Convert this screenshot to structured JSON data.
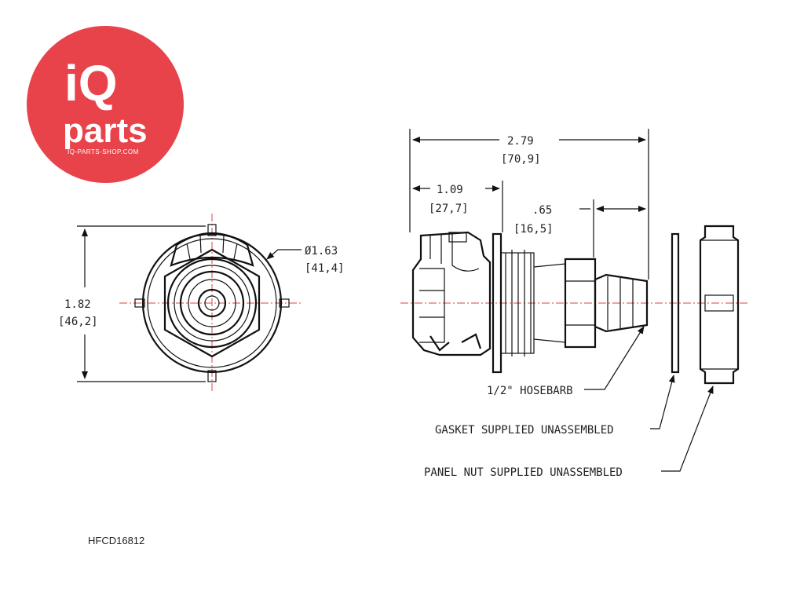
{
  "logo": {
    "line1": "iQ",
    "line2": "parts",
    "url": "IQ-PARTS-SHOP.COM",
    "color": "#e8434b"
  },
  "dimensions": {
    "diameter": "Ø1.63",
    "diameter_mm": "[41,4]",
    "height": "1.82",
    "height_mm": "[46,2]",
    "overall_length": "2.79",
    "overall_length_mm": "[70,9]",
    "body_length": "1.09",
    "body_length_mm": "[27,7]",
    "barb_length": ".65",
    "barb_length_mm": "[16,5]"
  },
  "callouts": {
    "hosebarb": "1/2\" HOSEBARB",
    "gasket": "GASKET SUPPLIED UNASSEMBLED",
    "panel_nut": "PANEL NUT SUPPLIED UNASSEMBLED"
  },
  "part_number": "HFCD16812",
  "colors": {
    "centerline": "#e04040",
    "line": "#111111"
  }
}
